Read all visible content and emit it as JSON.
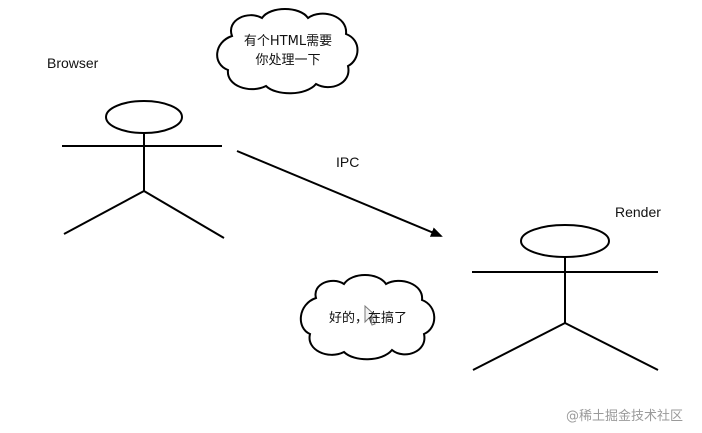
{
  "actors": {
    "browser": {
      "label": "Browser"
    },
    "render": {
      "label": "Render"
    }
  },
  "connector": {
    "label": "IPC"
  },
  "clouds": {
    "request": {
      "line1": "有个HTML需要",
      "line2": "你处理一下"
    },
    "reply": {
      "text": "好的，在搞了"
    }
  },
  "watermark": {
    "text": "@稀土掘金技术社区"
  },
  "colors": {
    "stroke": "#000000",
    "text": "#111111",
    "watermark": "#9a9a9a",
    "background": "#ffffff"
  },
  "icons": {
    "cursor": "mouse-pointer-icon"
  }
}
